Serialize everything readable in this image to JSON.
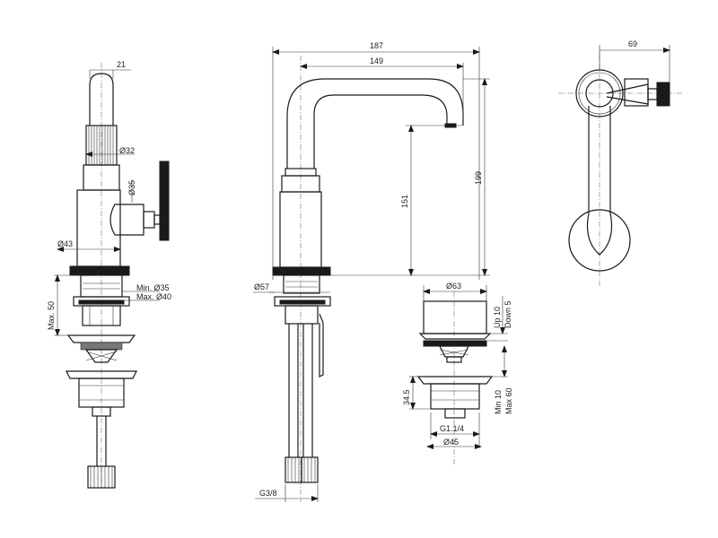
{
  "dimensions": {
    "side_handle_width": "21",
    "side_knurl_dia": "Ø32",
    "side_knob_dia": "Ø35",
    "side_body_dia": "Ø43",
    "side_min_35": "Min. Ø35",
    "side_max_40": "Max. Ø40",
    "side_max_50": "Max. 50",
    "front_overall_reach": "187",
    "front_spout_reach": "149",
    "front_spout_height": "151",
    "front_overall_height": "199",
    "front_base_dia": "Ø57",
    "front_thread": "G3/8",
    "top_depth": "69",
    "waste_cap_dia": "Ø63",
    "waste_up": "Up 10",
    "waste_down": "Down 5",
    "waste_height": "34.5",
    "waste_min": "Min 10",
    "waste_max": "Max 60",
    "waste_thread": "G1.1/4",
    "waste_body_dia": "Ø45"
  },
  "arrow_color": "#1a1a1a"
}
